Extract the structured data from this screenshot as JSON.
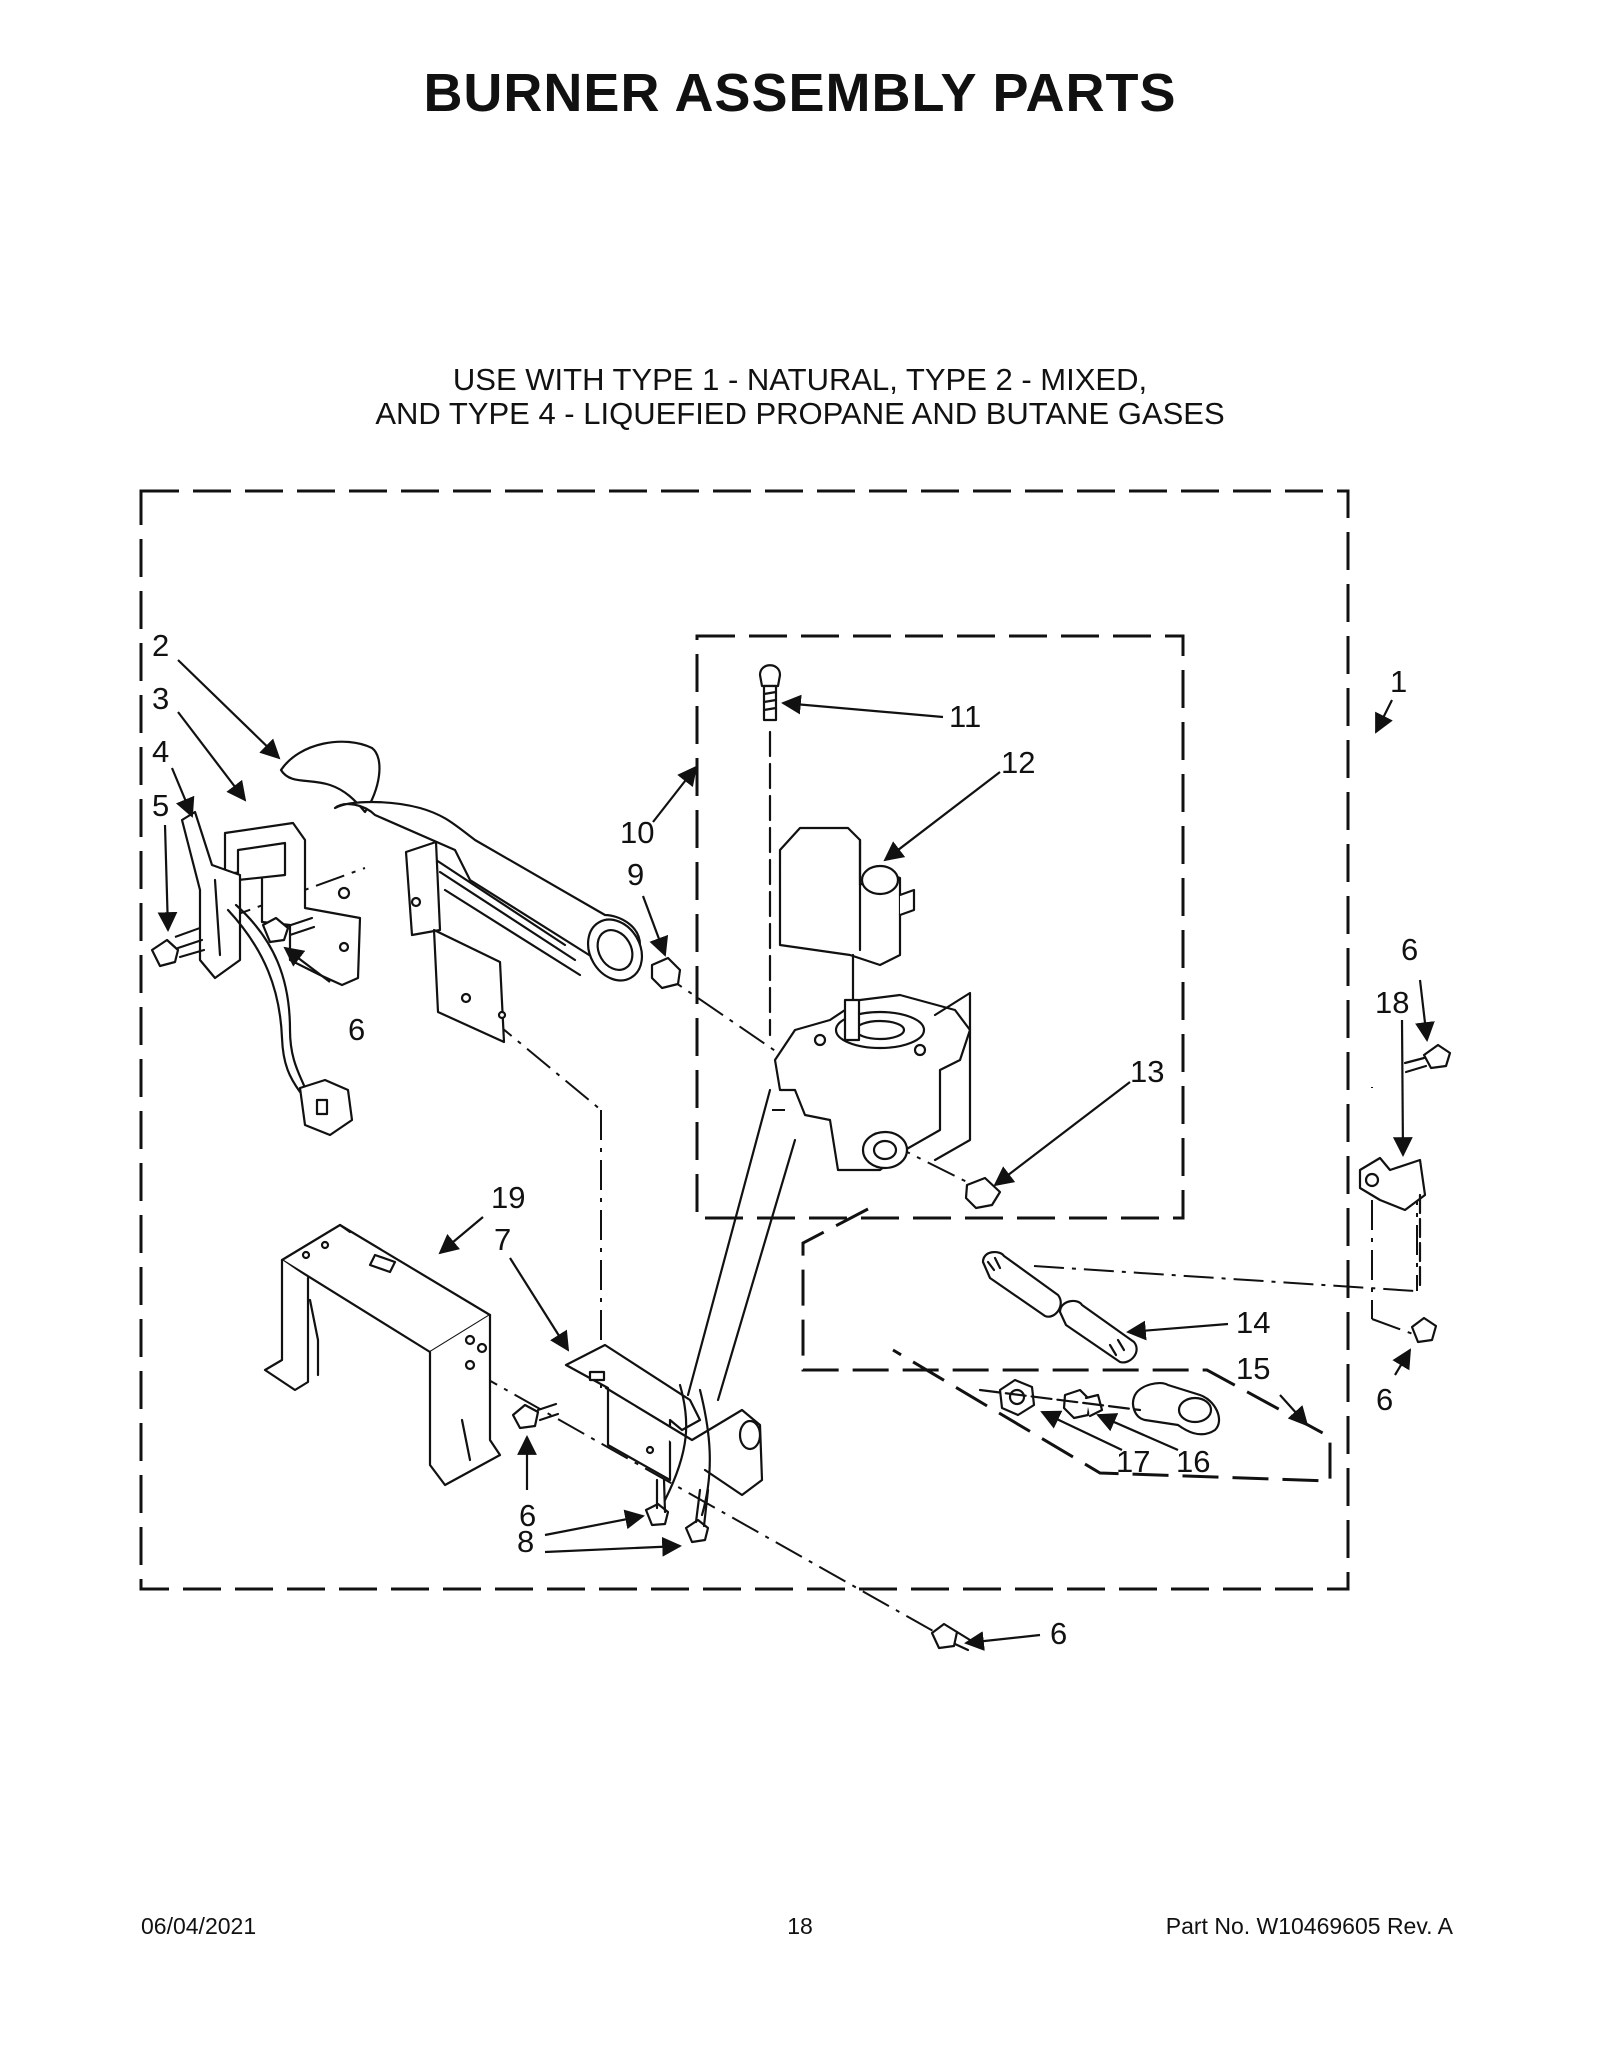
{
  "page": {
    "title": "BURNER ASSEMBLY PARTS",
    "subtitle_line1": "USE WITH TYPE 1 - NATURAL, TYPE 2 - MIXED,",
    "subtitle_line2": "AND TYPE 4 - LIQUEFIED PROPANE AND BUTANE GASES"
  },
  "callouts": {
    "c1": "1",
    "c2": "2",
    "c3": "3",
    "c4": "4",
    "c5": "5",
    "c6a": "6",
    "c6b": "6",
    "c6c": "6",
    "c6d": "6",
    "c6e": "6",
    "c7": "7",
    "c8": "8",
    "c9": "9",
    "c10": "10",
    "c11": "11",
    "c12": "12",
    "c13": "13",
    "c14": "14",
    "c15": "15",
    "c16": "16",
    "c17": "17",
    "c18": "18",
    "c19": "19"
  },
  "footer": {
    "date": "06/04/2021",
    "page_number": "18",
    "part_number": "Part No.  W10469605  Rev.  A"
  }
}
